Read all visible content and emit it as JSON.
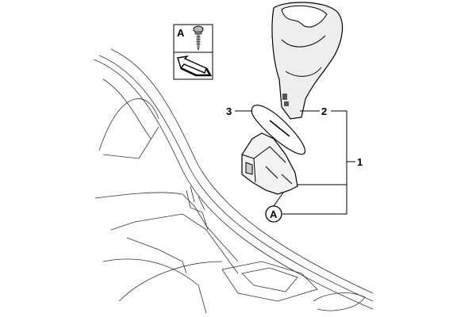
{
  "legend": {
    "letter": "A",
    "screw_icon": "screw-icon",
    "arrow_icon": "direction-arrow-icon"
  },
  "callouts": {
    "part1": "1",
    "part2": "2",
    "part3": "3",
    "fastener": "A"
  }
}
